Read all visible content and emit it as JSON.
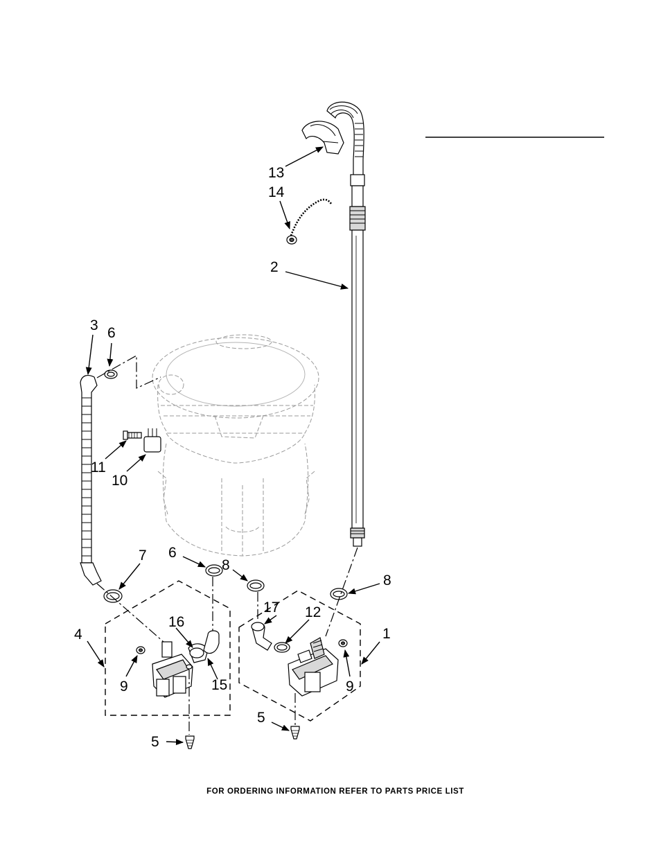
{
  "callouts": [
    {
      "id": "c13",
      "text": "13"
    },
    {
      "id": "c14",
      "text": "14"
    },
    {
      "id": "c2",
      "text": "2"
    },
    {
      "id": "c3",
      "text": "3"
    },
    {
      "id": "c6a",
      "text": "6"
    },
    {
      "id": "c11",
      "text": "11"
    },
    {
      "id": "c10",
      "text": "10"
    },
    {
      "id": "c7",
      "text": "7"
    },
    {
      "id": "c6b",
      "text": "6"
    },
    {
      "id": "c8a",
      "text": "8"
    },
    {
      "id": "c8b",
      "text": "8"
    },
    {
      "id": "c17",
      "text": "17"
    },
    {
      "id": "c12",
      "text": "12"
    },
    {
      "id": "c16",
      "text": "16"
    },
    {
      "id": "c4",
      "text": "4"
    },
    {
      "id": "c1",
      "text": "1"
    },
    {
      "id": "c9a",
      "text": "9"
    },
    {
      "id": "c15",
      "text": "15"
    },
    {
      "id": "c9b",
      "text": "9"
    },
    {
      "id": "c5a",
      "text": "5"
    },
    {
      "id": "c5b",
      "text": "5"
    }
  ],
  "footer": "FOR ORDERING INFORMATION REFER TO PARTS PRICE LIST"
}
